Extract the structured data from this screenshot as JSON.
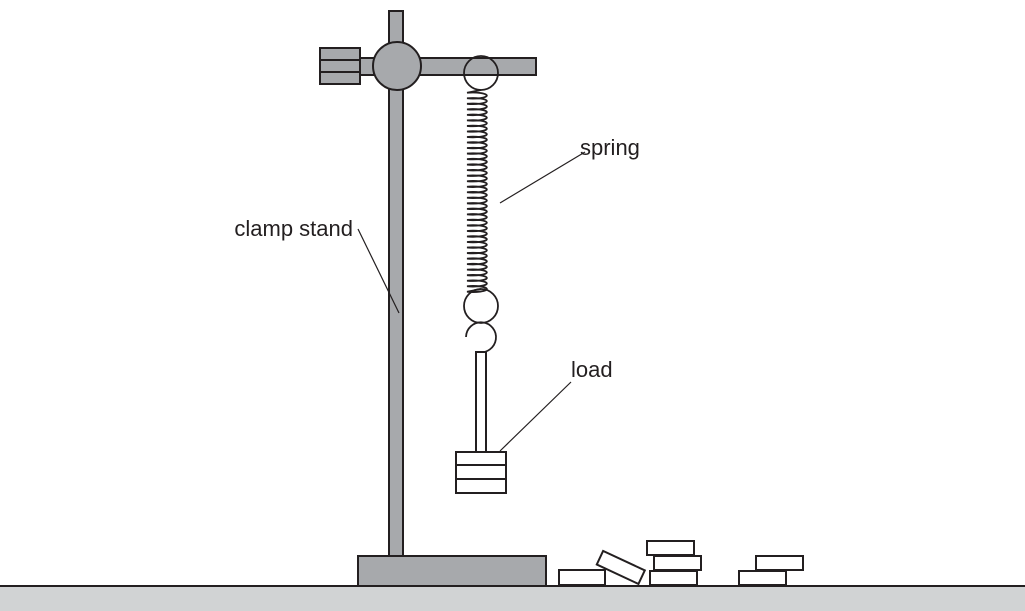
{
  "labels": {
    "clamp_stand": "clamp stand",
    "spring": "spring",
    "load": "load"
  },
  "colors": {
    "stroke": "#231f20",
    "metal_fill": "#a7a9ac",
    "bench_fill": "#d1d3d4",
    "background": "#ffffff"
  }
}
